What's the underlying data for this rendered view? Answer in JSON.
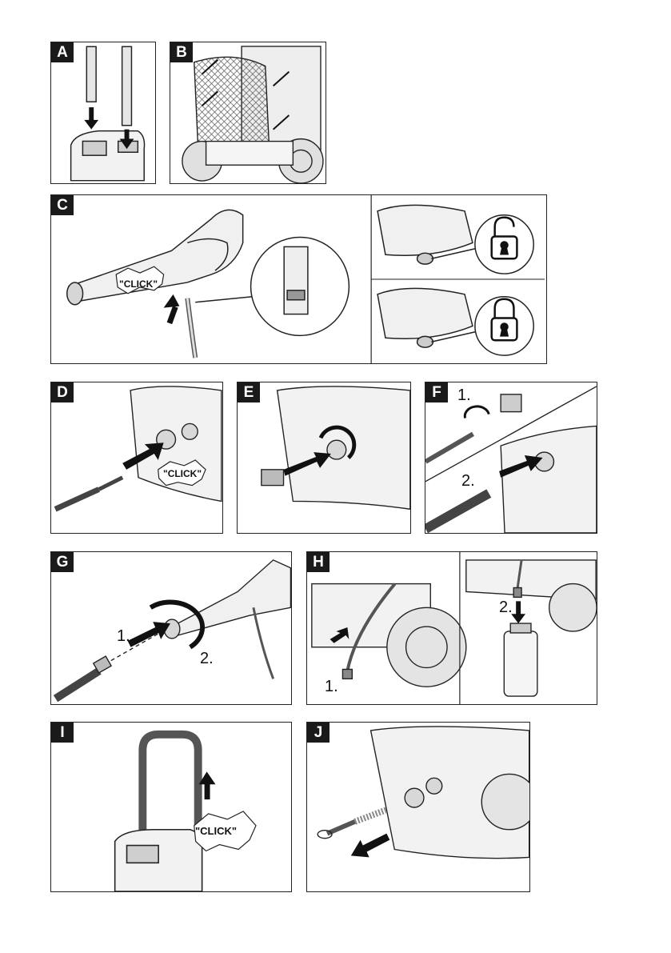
{
  "panels": {
    "a": {
      "label": "A"
    },
    "b": {
      "label": "B"
    },
    "c": {
      "label": "C",
      "click": "\"CLICK\""
    },
    "d": {
      "label": "D",
      "click": "\"CLICK\""
    },
    "e": {
      "label": "E"
    },
    "f": {
      "label": "F",
      "step1": "1.",
      "step2": "2."
    },
    "g": {
      "label": "G",
      "step1": "1.",
      "step2": "2."
    },
    "h": {
      "label": "H",
      "step1": "1.",
      "step2": "2."
    },
    "i": {
      "label": "I",
      "click": "\"CLICK\""
    },
    "j": {
      "label": "J"
    }
  },
  "icons": [
    "unlocked-padlock-icon",
    "locked-padlock-icon",
    "arrow-icon",
    "rotate-arrow-icon"
  ],
  "colors": {
    "line": "#222222",
    "label_bg": "#1a1a1a",
    "label_text": "#ffffff",
    "shade": "#bdbdbd"
  }
}
